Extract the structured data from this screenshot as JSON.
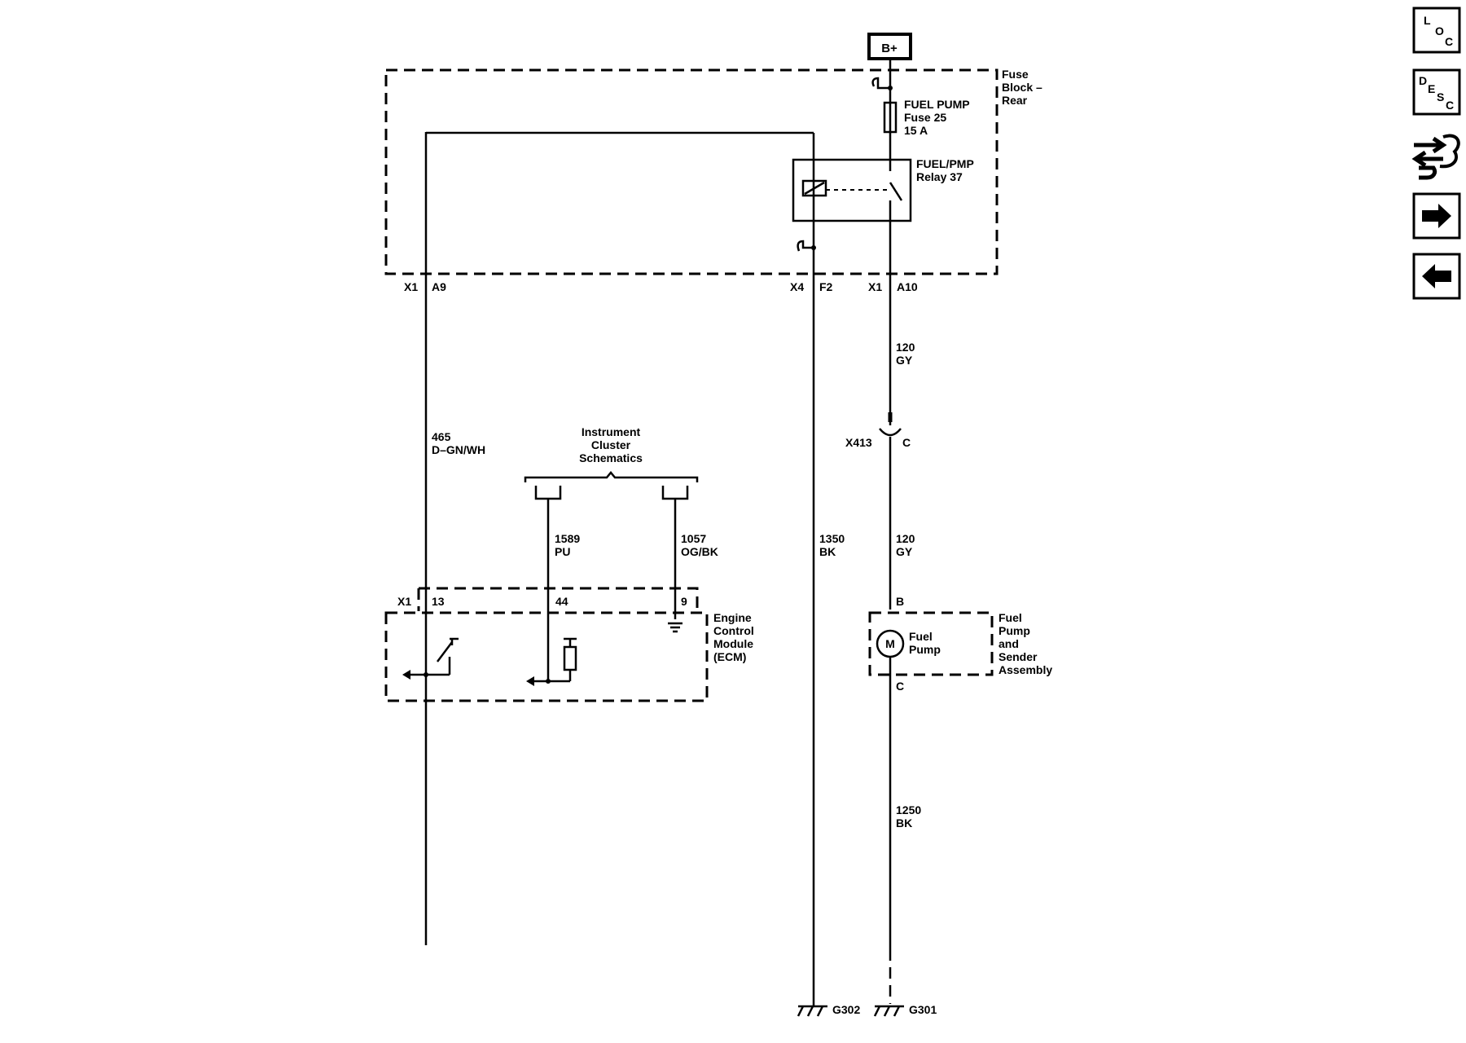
{
  "power": {
    "source_label": "B+"
  },
  "fuse_block": {
    "title_lines": [
      "Fuse",
      "Block –",
      "Rear"
    ],
    "fuse_lines": [
      "FUEL PUMP",
      "Fuse 25",
      "15 A"
    ],
    "relay_lines": [
      "FUEL/PMP",
      "Relay 37"
    ],
    "connectors": {
      "x1_a9": [
        "X1",
        "A9"
      ],
      "x4_f2": [
        "X4",
        "F2"
      ],
      "x1_a10": [
        "X1",
        "A10"
      ]
    }
  },
  "wires": {
    "w465": [
      "465",
      "D–GN/WH"
    ],
    "w120_top": [
      "120",
      "GY"
    ],
    "w120_bottom": [
      "120",
      "GY"
    ],
    "w1589": [
      "1589",
      "PU"
    ],
    "w1057": [
      "1057",
      "OG/BK"
    ],
    "w1350": [
      "1350",
      "BK"
    ],
    "w1250": [
      "1250",
      "BK"
    ]
  },
  "inline_connector": {
    "name": "X413",
    "pin": "C"
  },
  "instrument_cluster": {
    "lines": [
      "Instrument",
      "Cluster",
      "Schematics"
    ]
  },
  "ecm": {
    "title_lines": [
      "Engine",
      "Control",
      "Module",
      "(ECM)"
    ],
    "connector": "X1",
    "pins": [
      "13",
      "44",
      "9"
    ]
  },
  "fuel_pump_assembly": {
    "title_lines": [
      "Fuel",
      "Pump",
      "and",
      "Sender",
      "Assembly"
    ],
    "motor_symbol": "M",
    "motor_lines": [
      "Fuel",
      "Pump"
    ],
    "pin_top": "B",
    "pin_bottom": "C"
  },
  "grounds": {
    "g302": "G302",
    "g301": "G301"
  },
  "nav": {
    "loc": {
      "letters": [
        "L",
        "O",
        "C"
      ]
    },
    "desc": {
      "letters": [
        "D",
        "E",
        "S",
        "C"
      ]
    },
    "icons": [
      "connector-icon",
      "next-arrow-icon",
      "previous-arrow-icon"
    ]
  }
}
